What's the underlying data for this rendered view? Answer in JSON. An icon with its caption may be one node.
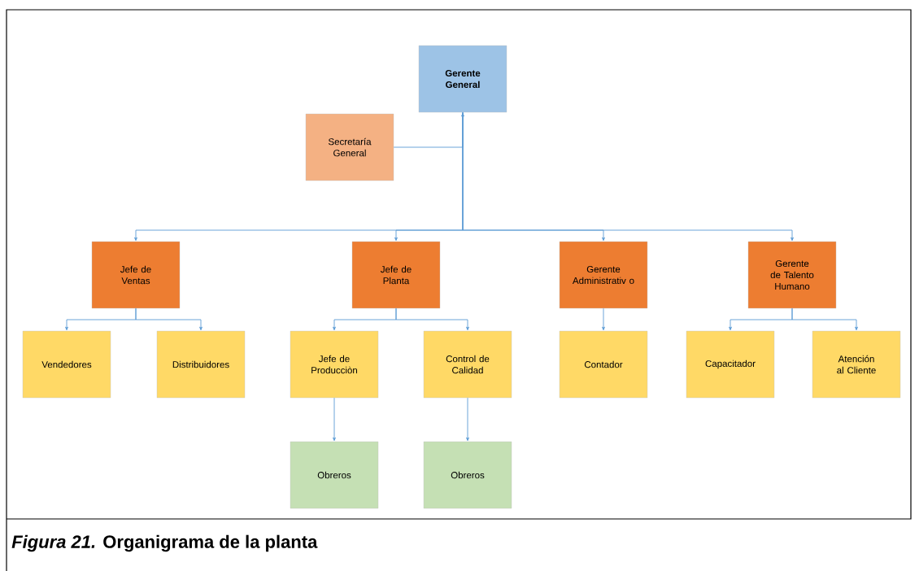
{
  "diagram": {
    "caption": "*Figura 21.* Organigrama de la planta",
    "nodes": [
      {
        "text": [
          "Gerente General"
        ]
      },
      {
        "text": [
          "Secretaría General"
        ]
      },
      {
        "text": [
          "Jefe de Ventas"
        ]
      },
      {
        "text": [
          "Jefe de Planta"
        ]
      },
      {
        "text": [
          "Gerente Administrativ o"
        ]
      },
      {
        "text": [
          "Gerente de Talento Humano"
        ]
      },
      {
        "text": [
          "Vendedores"
        ]
      },
      {
        "text": [
          "Distribuidores"
        ]
      },
      {
        "text": [
          "Jefe de Producciòn"
        ]
      },
      {
        "text": [
          "Control de Calidad"
        ]
      },
      {
        "text": [
          "Contador"
        ]
      },
      {
        "text": [
          "Capacitador"
        ]
      },
      {
        "text": [
          "Atención al Cliente"
        ]
      },
      {
        "text": [
          "Obreros"
        ]
      },
      {
        "text": [
          "Obreros"
        ]
      }
    ],
    "edges": [
      {
        "from": 1,
        "to": 0,
        "arrow": "to"
      },
      {
        "from": 0,
        "to": 2,
        "arrow": "to"
      },
      {
        "from": 0,
        "to": 3,
        "arrow": "to"
      },
      {
        "from": 0,
        "to": 4,
        "arrow": "to"
      },
      {
        "from": 0,
        "to": 5,
        "arrow": "to"
      },
      {
        "from": 2,
        "to": 6,
        "arrow": "to"
      },
      {
        "from": 2,
        "to": 7,
        "arrow": "to"
      },
      {
        "from": 3,
        "to": 8,
        "arrow": "to"
      },
      {
        "from": 3,
        "to": 9,
        "arrow": "to"
      },
      {
        "from": 4,
        "to": 10,
        "arrow": "to"
      },
      {
        "from": 5,
        "to": 11,
        "arrow": "to"
      },
      {
        "from": 5,
        "to": 12,
        "arrow": "to"
      },
      {
        "from": 8,
        "to": 13,
        "arrow": "to"
      },
      {
        "from": 9,
        "to": 14,
        "arrow": "to"
      }
    ]
  }
}
